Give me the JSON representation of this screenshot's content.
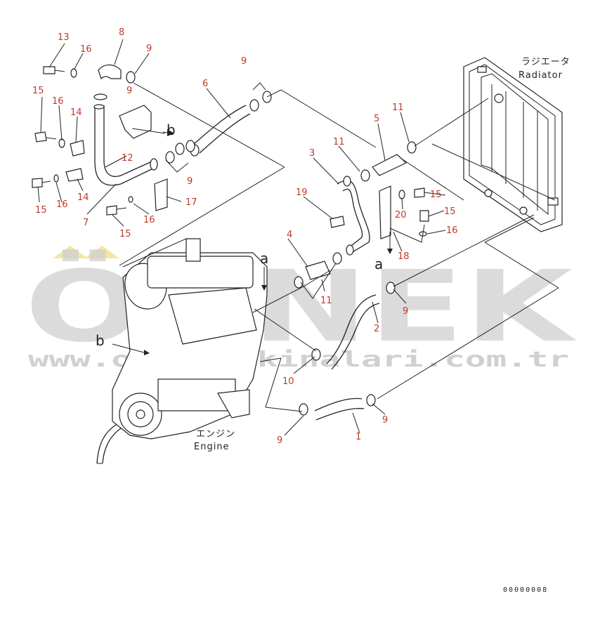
{
  "callouts": {
    "n1": "1",
    "n2": "2",
    "n3": "3",
    "n4": "4",
    "n5": "5",
    "n6": "6",
    "n7": "7",
    "n8": "8",
    "n9": "9",
    "n10": "10",
    "n11": "11",
    "n12": "12",
    "n13": "13",
    "n14": "14",
    "n15": "15",
    "n16": "16",
    "n17": "17",
    "n18": "18",
    "n19": "19",
    "n20": "20"
  },
  "labels": {
    "radiator_jp": "ラジエータ",
    "radiator_en": "Radiator",
    "engine_jp": "エンジン",
    "engine_en": "Engine",
    "ref_a": "a",
    "ref_b": "b"
  },
  "watermark": {
    "text": "ÖRNEK",
    "url": "www.ornekmakinalari.com.tr",
    "color": "#c8c8c8"
  },
  "drawing_number": "00000008",
  "colors": {
    "callout": "#c0392b",
    "line": "#222222"
  }
}
